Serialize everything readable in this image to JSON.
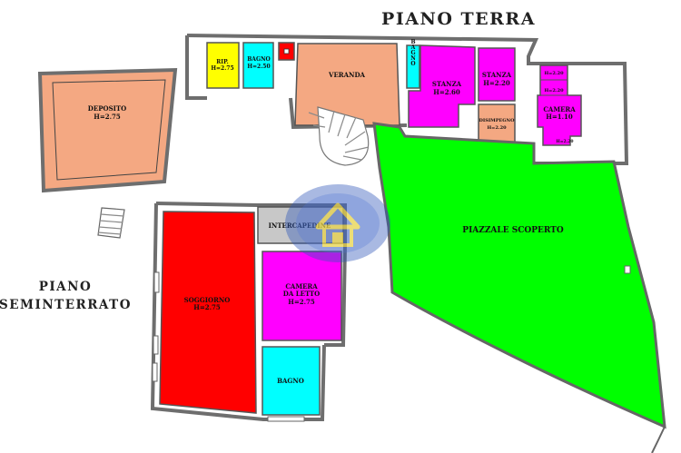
{
  "titles": {
    "ground_floor": "PIANO TERRA",
    "basement_line1": "PIANO",
    "basement_line2": "SEMINTERRATO"
  },
  "rooms": {
    "deposito": {
      "name": "DEPOSITO",
      "height": "H=2.75"
    },
    "rip": {
      "name": "RIP.",
      "height": "H=2.75"
    },
    "bagno_terra": {
      "name": "BAGNO",
      "height": "H=2.50"
    },
    "veranda": {
      "name": "VERANDA"
    },
    "bagno_vertical": {
      "name": "BAGNO"
    },
    "stanza_1": {
      "name": "STANZA",
      "height": "H=2.60"
    },
    "stanza_2": {
      "name": "STANZA",
      "height": "H=2.20"
    },
    "disimpegno": {
      "name": "DISIMPEGNO",
      "height": "H=2.20"
    },
    "camera": {
      "name": "CAMERA",
      "height": "H=1.10"
    },
    "camera_h_top": "H=2.20",
    "camera_h_mid": "H=2.20",
    "camera_h_bottom": "H=2.20",
    "piazzale": {
      "name": "PIAZZALE SCOPERTO"
    },
    "intercapedine": {
      "name": "INTERCAPEDINE"
    },
    "soggiorno": {
      "name": "SOGGIORNO",
      "height": "H=2.75"
    },
    "camera_letto": {
      "line1": "CAMERA",
      "line2": "DA LETTO",
      "height": "H=2.75"
    },
    "bagno_semi": {
      "name": "BAGNO"
    }
  },
  "colors": {
    "deposito": "#f4a882",
    "veranda": "#f4a882",
    "disimpegno": "#f4a882",
    "rip": "#ffff00",
    "bagno": "#00ffff",
    "magenta": "#ff00ff",
    "red_block": "#ff0000",
    "piazzale": "#00ff00",
    "intercapedine": "#c8c8c8",
    "soggiorno": "#ff0000",
    "wall": "#6e6e6e",
    "watermark": "#2e55b8"
  },
  "icons": {
    "watermark": "house-logo-icon"
  }
}
